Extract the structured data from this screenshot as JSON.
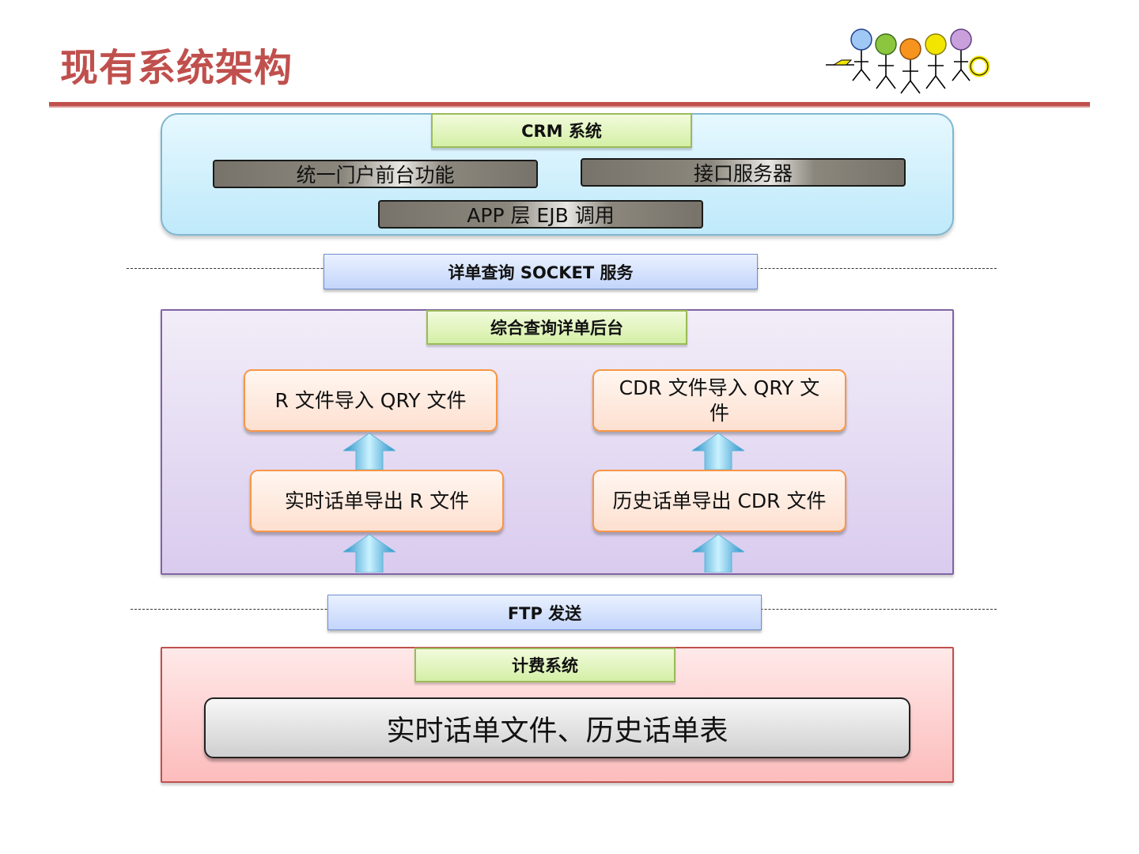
{
  "title": "现有系统架构",
  "crm": {
    "label": "CRM 系统",
    "modules": {
      "portal": "统一门户前台功能",
      "interface": "接口服务器",
      "app": "APP 层 EJB 调用"
    }
  },
  "socket_service": "详单查询 SOCKET 服务",
  "backend": {
    "label": "综合查询详单后台",
    "left_top": "R 文件导入 QRY 文件",
    "left_bottom": "实时话单导出 R 文件",
    "right_top": "CDR 文件导入 QRY 文件",
    "right_bottom": "历史话单导出 CDR 文件"
  },
  "ftp": "FTP 发送",
  "billing": {
    "label": "计费系统",
    "content": "实时话单文件、历史话单表"
  },
  "colors": {
    "title": "#c0504d",
    "crm_panel": "#c6ecfa",
    "backend_panel": "#e2d5f0",
    "billing_panel": "#fcc7c7",
    "logo_circles": [
      "#9fc8f5",
      "#8cc63f",
      "#f7941d",
      "#f2e600",
      "#c9a0dc"
    ]
  }
}
